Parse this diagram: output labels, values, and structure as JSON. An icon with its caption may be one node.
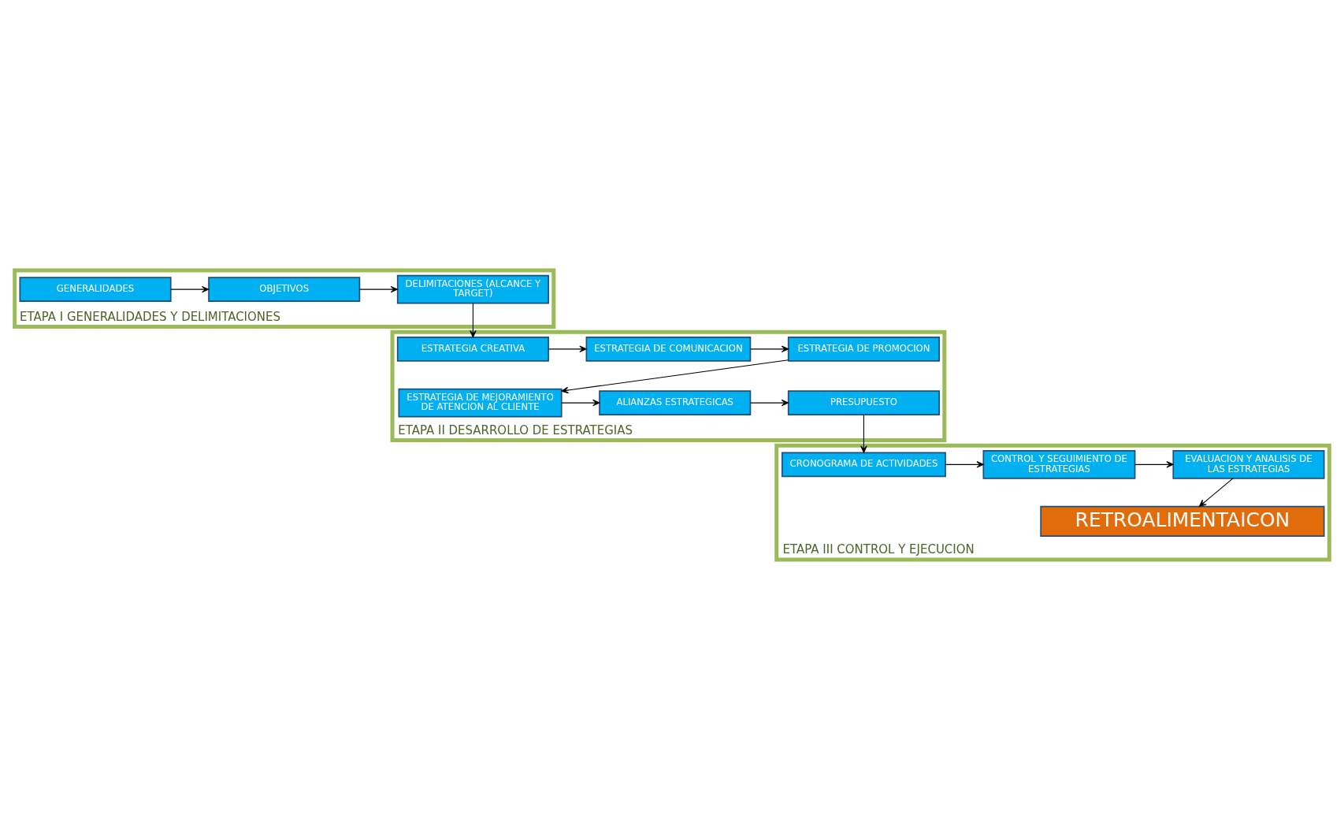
{
  "diagram": {
    "nodes": [
      {
        "text": [
          "ETAPA I GENERALIDADES Y DELIMITACIONES"
        ]
      },
      {
        "text": [
          "GENERALIDADES"
        ],
        "in": 0
      },
      {
        "text": [
          "OBJETIVOS"
        ],
        "in": 0
      },
      {
        "text": [
          "DELIMITACIONES (ALCANCE Y TARGET)"
        ],
        "in": 0
      },
      {
        "text": [
          "ETAPA II DESARROLLO DE ESTRATEGIAS"
        ]
      },
      {
        "text": [
          "ESTRATEGIA CREATIVA"
        ],
        "in": 4
      },
      {
        "text": [
          "ESTRATEGIA DE COMUNICACION"
        ],
        "in": 4
      },
      {
        "text": [
          "ESTRATEGIA DE PROMOCION"
        ],
        "in": 4
      },
      {
        "text": [
          "ESTRATEGIA DE MEJORAMIENTO DE ATENCION AL CLIENTE"
        ],
        "in": 4
      },
      {
        "text": [
          "ALIANZAS ESTRATEGICAS"
        ],
        "in": 4
      },
      {
        "text": [
          "PRESUPUESTO"
        ],
        "in": 4
      },
      {
        "text": [
          "ETAPA III CONTROL Y EJECUCION"
        ]
      },
      {
        "text": [
          "CRONOGRAMA DE ACTIVIDADES"
        ],
        "in": 11
      },
      {
        "text": [
          "CONTROL Y SEGUIMIENTO DE ESTRATEGIAS"
        ],
        "in": 11
      },
      {
        "text": [
          "EVALUACION Y ANALISIS DE LAS ESTRATEGIAS"
        ],
        "in": 11
      },
      {
        "text": [
          "RETROALIMENTAICON"
        ],
        "in": 11
      }
    ],
    "edges": [
      {
        "from": 1,
        "to": 2,
        "arrow": "to"
      },
      {
        "from": 2,
        "to": 3,
        "arrow": "to"
      },
      {
        "from": 3,
        "to": 5,
        "arrow": "to"
      },
      {
        "from": 5,
        "to": 6,
        "arrow": "to"
      },
      {
        "from": 6,
        "to": 7,
        "arrow": "to"
      },
      {
        "from": 7,
        "to": 8,
        "arrow": "to"
      },
      {
        "from": 8,
        "to": 9,
        "arrow": "to"
      },
      {
        "from": 9,
        "to": 10,
        "arrow": "to"
      },
      {
        "from": 10,
        "to": 12,
        "arrow": "to"
      },
      {
        "from": 12,
        "to": 13,
        "arrow": "to"
      },
      {
        "from": 13,
        "to": 14,
        "arrow": "to"
      },
      {
        "from": 14,
        "to": 15,
        "arrow": "to"
      }
    ]
  }
}
